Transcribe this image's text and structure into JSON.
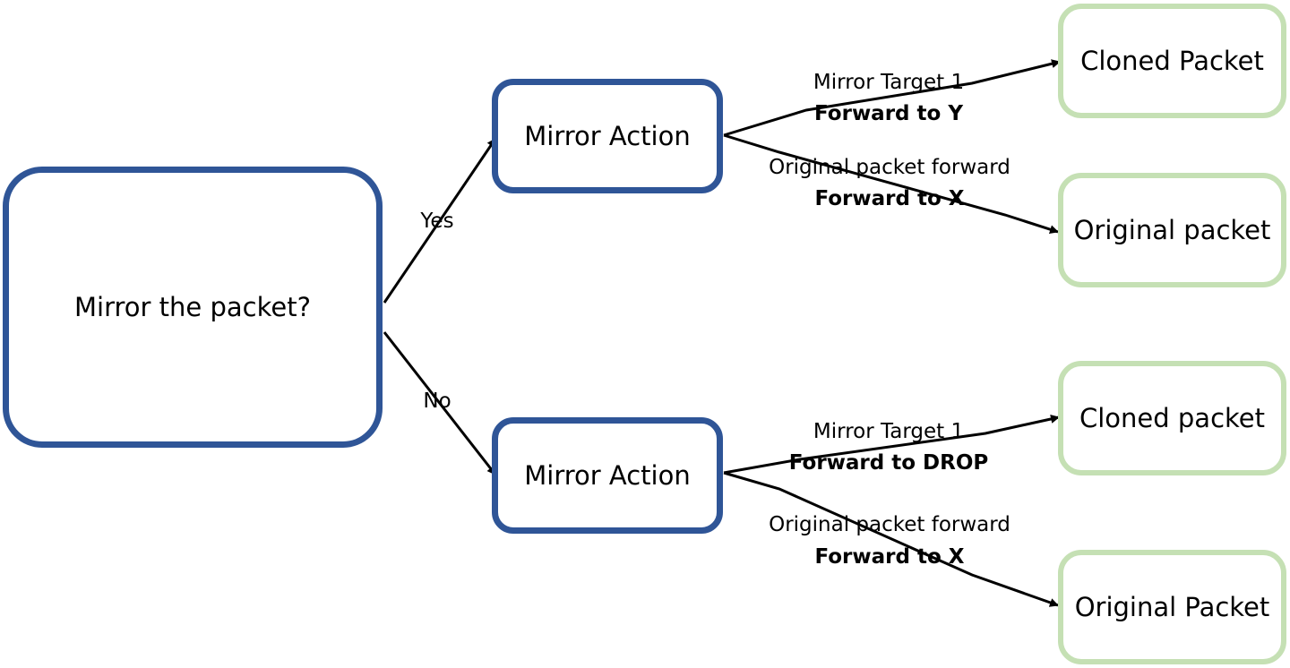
{
  "colors": {
    "decision_border": "#2F5597",
    "result_border": "#C5E0B4",
    "edge": "#000000",
    "text": "#000000"
  },
  "nodes": {
    "decision": "Mirror the packet?",
    "action_yes": "Mirror Action",
    "action_no": "Mirror Action",
    "result_yes_clone": "Cloned Packet",
    "result_yes_original": "Original packet",
    "result_no_clone": "Cloned packet",
    "result_no_original": "Original Packet"
  },
  "edges": {
    "yes_label": "Yes",
    "no_label": "No",
    "yes_clone": {
      "line1": "Mirror Target 1",
      "line2": "Forward to Y"
    },
    "yes_original": {
      "line1": "Original packet forward",
      "line2": "Forward to X"
    },
    "no_clone": {
      "line1": "Mirror Target 1",
      "line2": "Forward to DROP"
    },
    "no_original": {
      "line1": "Original packet forward",
      "line2": "Forward to X"
    }
  }
}
